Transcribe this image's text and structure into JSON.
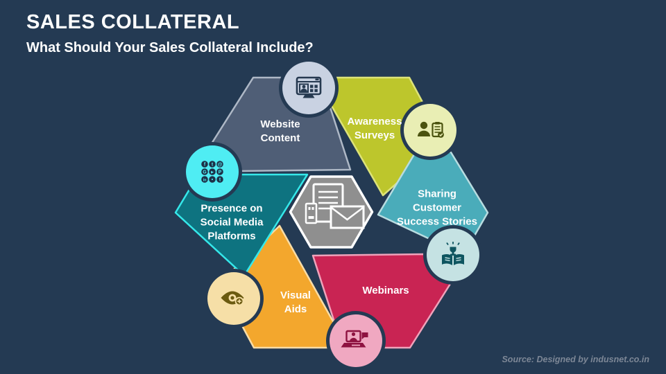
{
  "slide": {
    "title": "SALES COLLATERAL",
    "subtitle": "What Should Your Sales Collateral Include?",
    "source_credit": "Source: Designed by indusnet.co.in"
  },
  "colors": {
    "background": "#243a53",
    "title_text": "#ffffff",
    "source_text": "#7d8796",
    "center_hex_fill": "#8f8f8f",
    "center_hex_border": "#ffffff",
    "center_icon_color": "#ffffff",
    "circle_gap_ring": "#243a53"
  },
  "diagram": {
    "center_icon_name": "document-and-envelope-icon",
    "segments": [
      {
        "id": "website-content",
        "label": "Website\nContent",
        "fill": "#4f5e76",
        "border": "#aeb8c6",
        "icon": "browser-user-icon",
        "circle_fill": "#c9d2e2",
        "icon_color": "#263950"
      },
      {
        "id": "awareness-surveys",
        "label": "Awareness\nSurveys",
        "fill": "#bdc62c",
        "border": "#dde379",
        "icon": "person-survey-checklist-icon",
        "circle_fill": "#e9eeb4",
        "icon_color": "#4b530f"
      },
      {
        "id": "sharing-customer-success-stories",
        "label": "Sharing\nCustomer\nSuccess Stories",
        "fill": "#4aacba",
        "border": "#b8dce0",
        "icon": "success-story-book-trophy-icon",
        "circle_fill": "#c5e2e3",
        "icon_color": "#0e5560"
      },
      {
        "id": "webinars",
        "label": "Webinars",
        "fill": "#c92453",
        "border": "#efa3bb",
        "icon": "webinar-laptop-chat-icon",
        "circle_fill": "#f0a8c1",
        "icon_color": "#8e1240"
      },
      {
        "id": "visual-aids",
        "label": "Visual\nAids",
        "fill": "#f3a72d",
        "border": "#f8dca6",
        "icon": "eye-plus-icon",
        "circle_fill": "#f6dfa7",
        "icon_color": "#6b5a10"
      },
      {
        "id": "presence-on-social-media-platforms",
        "label": "Presence on\nSocial Media\nPlatforms",
        "fill": "#0e7380",
        "border": "#35e8ea",
        "icon": "social-media-grid-icon",
        "circle_fill": "#4fedf3",
        "icon_color": "#1d3148"
      }
    ],
    "social_glyphs": [
      "f",
      "t",
      "@",
      "G",
      "▸",
      "P",
      "in",
      "•",
      "t"
    ]
  }
}
